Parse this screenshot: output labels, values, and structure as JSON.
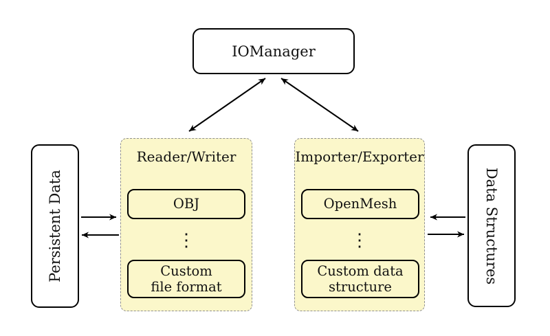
{
  "nodes": {
    "io_manager": {
      "label": "IOManager"
    },
    "persistent_data": {
      "label": "Persistent Data"
    },
    "data_structures": {
      "label": "Data Structures"
    }
  },
  "panels": {
    "reader_writer": {
      "title": "Reader/Writer",
      "top_item": "OBJ",
      "ellipsis": "⋮",
      "bottom_item": "Custom\nfile format"
    },
    "importer_exporter": {
      "title": "Importer/Exporter",
      "top_item": "OpenMesh",
      "ellipsis": "⋮",
      "bottom_item": "Custom data\nstructure"
    }
  },
  "colors": {
    "background": "#ffffff",
    "panel_fill": "#fbf7ca",
    "panel_dash_border": "#8f8f8f",
    "node_border": "#000000",
    "arrow": "#000000"
  }
}
